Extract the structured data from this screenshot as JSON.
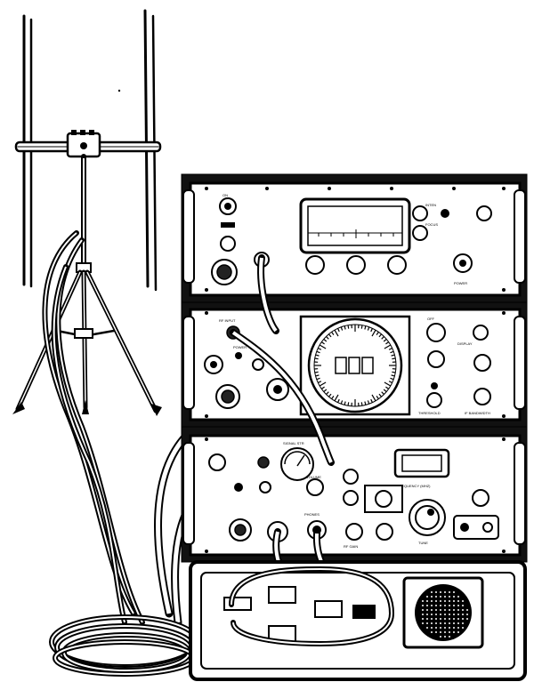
{
  "illustration": {
    "subject": "",
    "panel_labels": {
      "top_unit": [
        "ON",
        "INTEN",
        "FOCUS",
        "POWER"
      ],
      "middle_unit": [
        "RF INPUT",
        "OFF",
        "DISPLAY",
        "THRESHOLD",
        "POWER",
        "IF BANDWIDTH"
      ],
      "lower_unit": [
        "SIGNAL STR",
        "FREQUENCY (MHZ)",
        "VOLUME",
        "PHONES",
        "TUNE",
        "RF GAIN"
      ]
    }
  }
}
